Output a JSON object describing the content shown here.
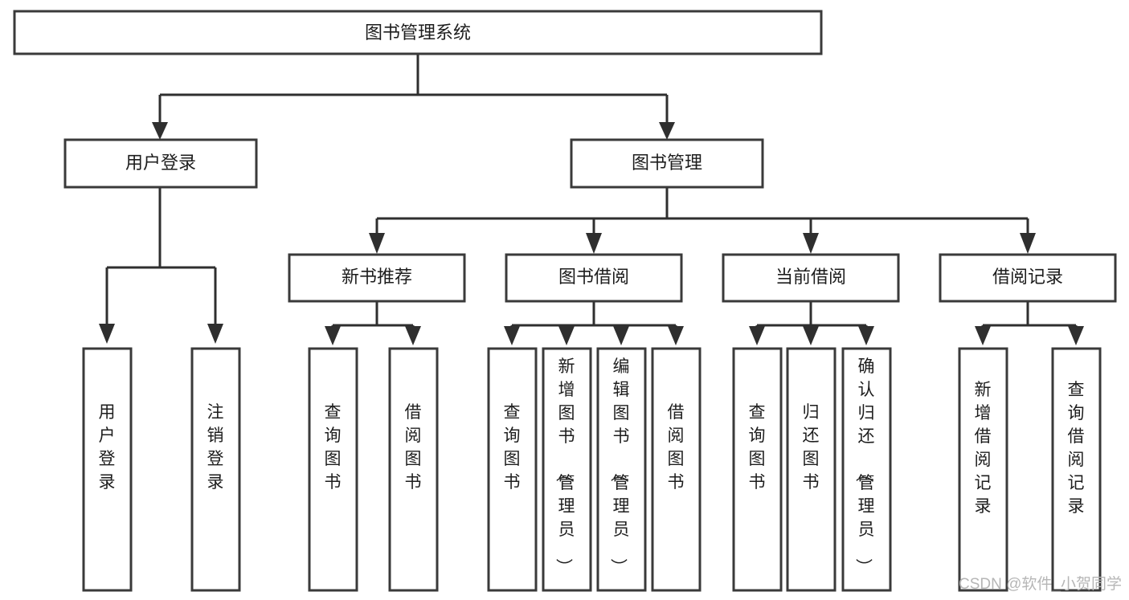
{
  "diagram": {
    "type": "tree",
    "title": "图书管理系统",
    "orientation": "top-down",
    "background_color": "#ffffff",
    "box_stroke_color": "#3a3a3a",
    "box_fill_color": "#ffffff",
    "connector_color": "#2f2f2f",
    "text_color": "#1d1d1d"
  },
  "nodes": {
    "root": {
      "label": "图书管理系统",
      "level": 0,
      "orientation": "horizontal"
    },
    "l1_user_login": {
      "label": "用户登录",
      "level": 1,
      "orientation": "horizontal"
    },
    "l1_book_mgmt": {
      "label": "图书管理",
      "level": 1,
      "orientation": "horizontal"
    },
    "l2_new_book_rec": {
      "label": "新书推荐",
      "level": 2,
      "orientation": "horizontal"
    },
    "l2_book_borrow": {
      "label": "图书借阅",
      "level": 2,
      "orientation": "horizontal"
    },
    "l2_current_borrow": {
      "label": "当前借阅",
      "level": 2,
      "orientation": "horizontal"
    },
    "l2_borrow_record": {
      "label": "借阅记录",
      "level": 2,
      "orientation": "horizontal"
    },
    "leaf_user_login": {
      "label": "用户登录",
      "level": 3,
      "orientation": "vertical"
    },
    "leaf_logout": {
      "label": "注销登录",
      "level": 3,
      "orientation": "vertical"
    },
    "leaf_query_book_a": {
      "label": "查询图书",
      "level": 3,
      "orientation": "vertical"
    },
    "leaf_borrow_book_a": {
      "label": "借阅图书",
      "level": 3,
      "orientation": "vertical"
    },
    "leaf_query_book_b": {
      "label": "查询图书",
      "level": 3,
      "orientation": "vertical"
    },
    "leaf_add_book": {
      "label": "新增图书（管理员）",
      "level": 3,
      "orientation": "vertical"
    },
    "leaf_edit_book": {
      "label": "编辑图书（管理员）",
      "level": 3,
      "orientation": "vertical"
    },
    "leaf_borrow_book_b": {
      "label": "借阅图书",
      "level": 3,
      "orientation": "vertical"
    },
    "leaf_query_book_c": {
      "label": "查询图书",
      "level": 3,
      "orientation": "vertical"
    },
    "leaf_return_book": {
      "label": "归还图书",
      "level": 3,
      "orientation": "vertical"
    },
    "leaf_confirm_return": {
      "label": "确认归还（管理员）",
      "level": 3,
      "orientation": "vertical"
    },
    "leaf_add_record": {
      "label": "新增借阅记录",
      "level": 3,
      "orientation": "vertical"
    },
    "leaf_query_record": {
      "label": "查询借阅记录",
      "level": 3,
      "orientation": "vertical"
    }
  },
  "edges": [
    {
      "from": "root",
      "to": "l1_user_login"
    },
    {
      "from": "root",
      "to": "l1_book_mgmt"
    },
    {
      "from": "l1_user_login",
      "to": "leaf_user_login"
    },
    {
      "from": "l1_user_login",
      "to": "leaf_logout"
    },
    {
      "from": "l1_book_mgmt",
      "to": "l2_new_book_rec"
    },
    {
      "from": "l1_book_mgmt",
      "to": "l2_book_borrow"
    },
    {
      "from": "l1_book_mgmt",
      "to": "l2_current_borrow"
    },
    {
      "from": "l1_book_mgmt",
      "to": "l2_borrow_record"
    },
    {
      "from": "l2_new_book_rec",
      "to": "leaf_query_book_a"
    },
    {
      "from": "l2_new_book_rec",
      "to": "leaf_borrow_book_a"
    },
    {
      "from": "l2_book_borrow",
      "to": "leaf_query_book_b"
    },
    {
      "from": "l2_book_borrow",
      "to": "leaf_add_book"
    },
    {
      "from": "l2_book_borrow",
      "to": "leaf_edit_book"
    },
    {
      "from": "l2_book_borrow",
      "to": "leaf_borrow_book_b"
    },
    {
      "from": "l2_current_borrow",
      "to": "leaf_query_book_c"
    },
    {
      "from": "l2_current_borrow",
      "to": "leaf_return_book"
    },
    {
      "from": "l2_current_borrow",
      "to": "leaf_confirm_return"
    },
    {
      "from": "l2_borrow_record",
      "to": "leaf_add_record"
    },
    {
      "from": "l2_borrow_record",
      "to": "leaf_query_record"
    }
  ],
  "watermark": {
    "text": "CSDN @软件_小贺同学"
  }
}
